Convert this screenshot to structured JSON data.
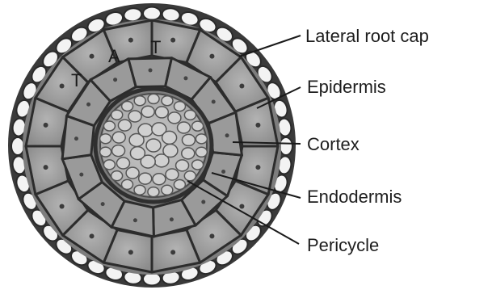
{
  "diagram": {
    "cell_letters": [
      "A",
      "T",
      "T"
    ],
    "labels": [
      "Lateral root cap",
      "Epidermis",
      "Cortex",
      "Endodermis",
      "Pericycle"
    ]
  },
  "colors": {
    "background": "#ffffff",
    "cell_fill": "#9d9d9d",
    "cell_fill_light": "#c8c8c8",
    "outline": "#2a2a2a",
    "text": "#1e1e1e"
  }
}
